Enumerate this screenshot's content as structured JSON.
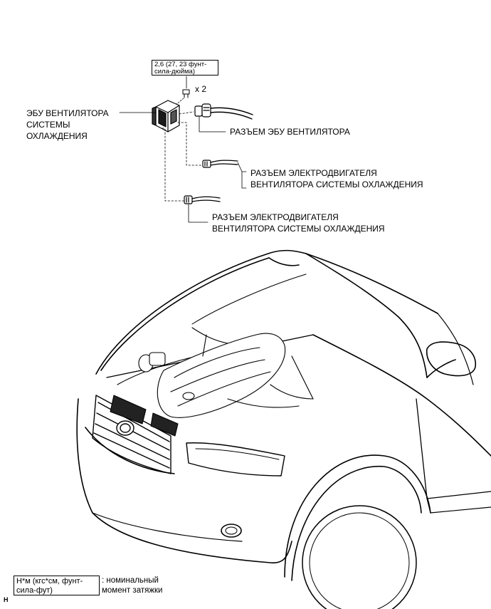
{
  "torque_spec": {
    "line1": "2,6 (27, 23 фунт-",
    "line2": "сила-дюйма)"
  },
  "bolt_quantity": "x 2",
  "ecu_label": {
    "line1": "ЭБУ ВЕНТИЛЯТОРА",
    "line2": "СИСТЕМЫ",
    "line3": "ОХЛАЖДЕНИЯ"
  },
  "connector_labels": {
    "ecu_connector": "РАЗЪЕМ ЭБУ ВЕНТИЛЯТОРА",
    "motor_connector_1": {
      "line1": "РАЗЪЕМ ЭЛЕКТРОДВИГАТЕЛЯ",
      "line2": "ВЕНТИЛЯТОРА СИСТЕМЫ ОХЛАЖДЕНИЯ"
    },
    "motor_connector_2": {
      "line1": "РАЗЪЕМ ЭЛЕКТРОДВИГАТЕЛЯ",
      "line2": "ВЕНТИЛЯТОРА СИСТЕМЫ ОХЛАЖДЕНИЯ"
    }
  },
  "legend": {
    "unit_line1": "Н*м (кгс*см, фунт-",
    "unit_line2": "сила-фут)",
    "desc_line1": ": номинальный",
    "desc_line2": "момент затяжки"
  },
  "corner_code": "H"
}
